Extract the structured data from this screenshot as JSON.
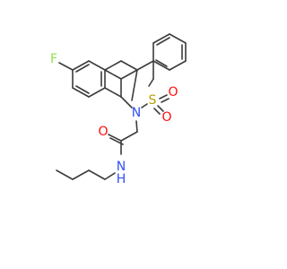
{
  "molecule": {
    "atoms": [
      {
        "id": "F",
        "symbol": "F",
        "color": "#90e050"
      },
      {
        "id": "N6",
        "symbol": "N",
        "color": "#3050f8"
      },
      {
        "id": "S",
        "symbol": "S",
        "color": "#b8a000"
      },
      {
        "id": "O1",
        "symbol": "O",
        "color": "#ff0d0d"
      },
      {
        "id": "O2",
        "symbol": "O",
        "color": "#ff0d0d"
      },
      {
        "id": "Oam",
        "symbol": "O",
        "color": "#ff0d0d"
      },
      {
        "id": "NH",
        "symbol": "N",
        "color": "#3050f8"
      },
      {
        "id": "H",
        "symbol": "H",
        "color": "#3050f8"
      }
    ],
    "bond_color": "#3c3c3c"
  }
}
